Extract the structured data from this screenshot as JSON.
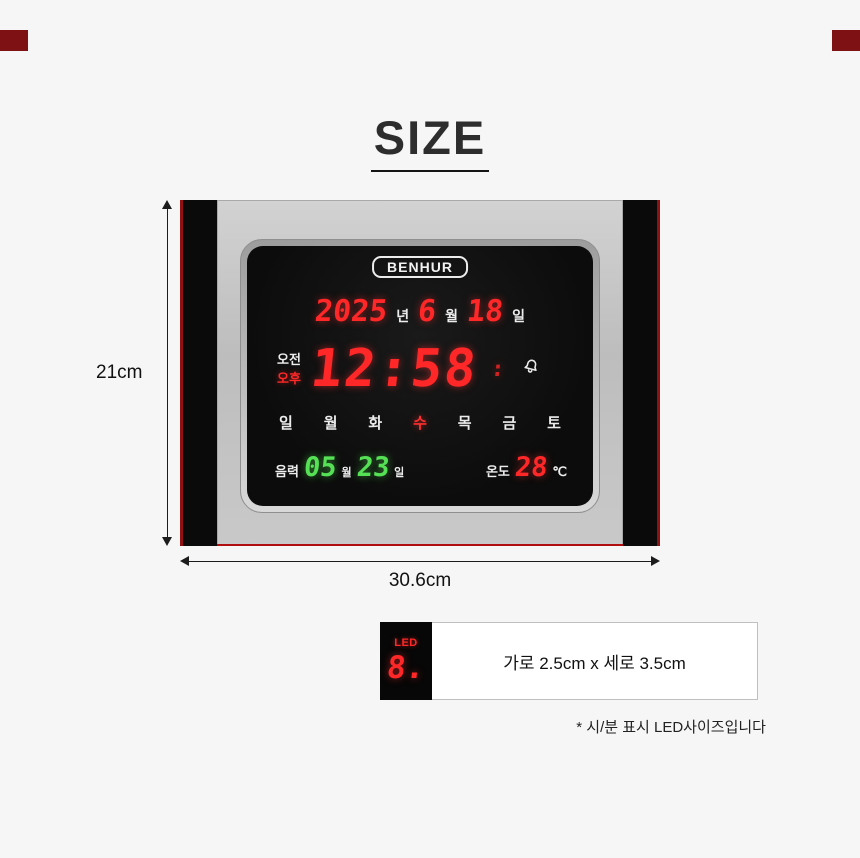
{
  "page": {
    "title": "SIZE",
    "bg_color": "#f6f6f6",
    "corner_accent_color": "#7e1113"
  },
  "clock": {
    "brand": "BENHUR",
    "led_red": "#ff2727",
    "led_green": "#55e055",
    "date": {
      "year": "2025",
      "year_label": "년",
      "month": "6",
      "month_label": "월",
      "day": "18",
      "day_label": "일"
    },
    "time": {
      "am_label": "오전",
      "pm_label": "오후",
      "hours": "12",
      "colon": ":",
      "minutes": "58",
      "second_marks": ":"
    },
    "weekdays": [
      "일",
      "월",
      "화",
      "수",
      "목",
      "금",
      "토"
    ],
    "active_weekday": "수",
    "lunar": {
      "label": "음력",
      "month": "05",
      "month_unit": "월",
      "day": "23",
      "day_unit": "일"
    },
    "temperature": {
      "label": "온도",
      "value": "28",
      "unit": "℃"
    }
  },
  "dimensions": {
    "height_label": "21cm",
    "width_label": "30.6cm"
  },
  "led_spec": {
    "led_label": "LED",
    "sample_digit": "8.",
    "size_text": "가로 2.5cm x 세로 3.5cm",
    "footnote": "* 시/분 표시 LED사이즈입니다"
  }
}
